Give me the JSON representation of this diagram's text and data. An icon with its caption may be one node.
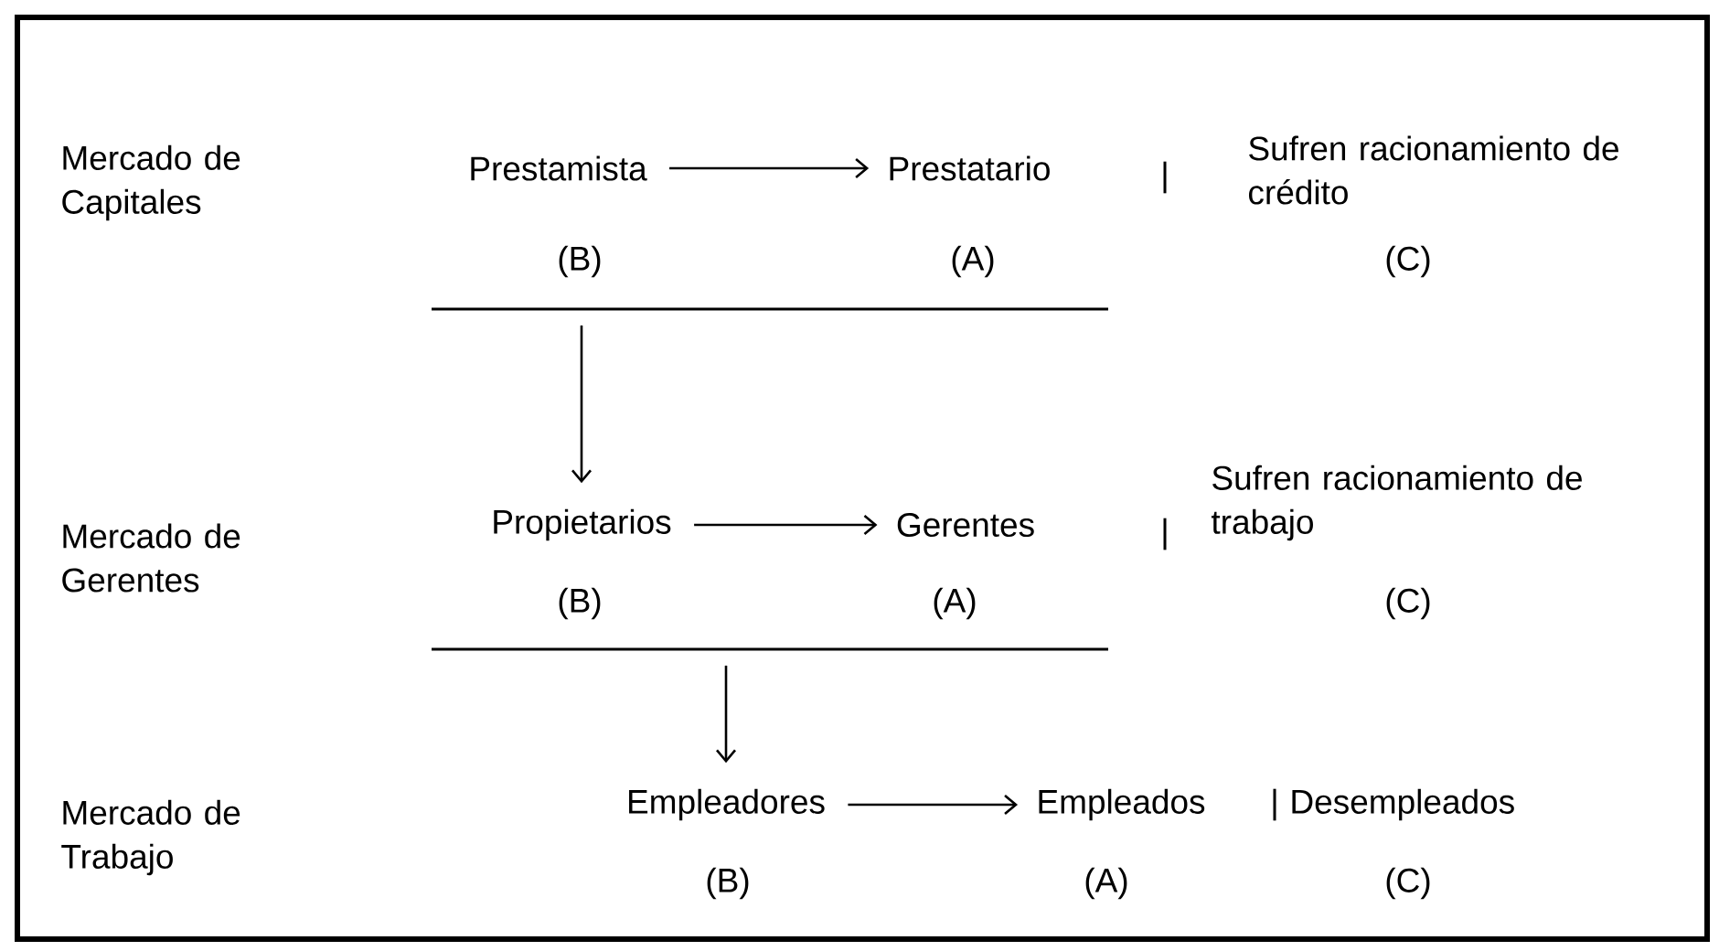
{
  "diagram": {
    "nodes": [
      {
        "text": [
          "Prestamista"
        ]
      },
      {
        "text": [
          "Prestatario"
        ]
      },
      {
        "text": [],
        "shape": "bar"
      },
      {
        "text": [
          "Propietarios"
        ]
      },
      {
        "text": [
          "Gerentes"
        ]
      },
      {
        "text": [],
        "shape": "bar"
      },
      {
        "text": [
          "Empleadores"
        ]
      },
      {
        "text": [
          "Empleados"
        ]
      }
    ],
    "edges": [
      {
        "from": 0,
        "to": 1,
        "arrow": "to"
      },
      {
        "from": 2,
        "to": 3,
        "arrow": "to"
      },
      {
        "from": 3,
        "to": 4,
        "arrow": "to"
      },
      {
        "from": 5,
        "to": 6,
        "arrow": "to"
      },
      {
        "from": 6,
        "to": 7,
        "arrow": "to"
      }
    ],
    "labels": [
      "Mercado de Capitales",
      "|",
      "Sufren racionamiento de crédito",
      "(B)",
      "(A)",
      "(C)",
      "Mercado de Gerentes",
      "|",
      "Sufren racionamiento de trabajo",
      "(B)",
      "(A)",
      "(C)",
      "Mercado de Trabajo",
      "|",
      "Desempleados",
      "(B)",
      "(A)",
      "(C)"
    ]
  }
}
